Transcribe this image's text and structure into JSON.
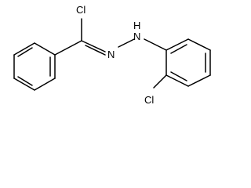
{
  "structure": {
    "atoms": {
      "cl_top": "Cl",
      "n_imine": "N",
      "nh": "H\nN",
      "cl_bottom": "Cl"
    },
    "colors": {
      "background": "#ffffff",
      "bonds": "#000000",
      "labels": "#000000"
    }
  }
}
